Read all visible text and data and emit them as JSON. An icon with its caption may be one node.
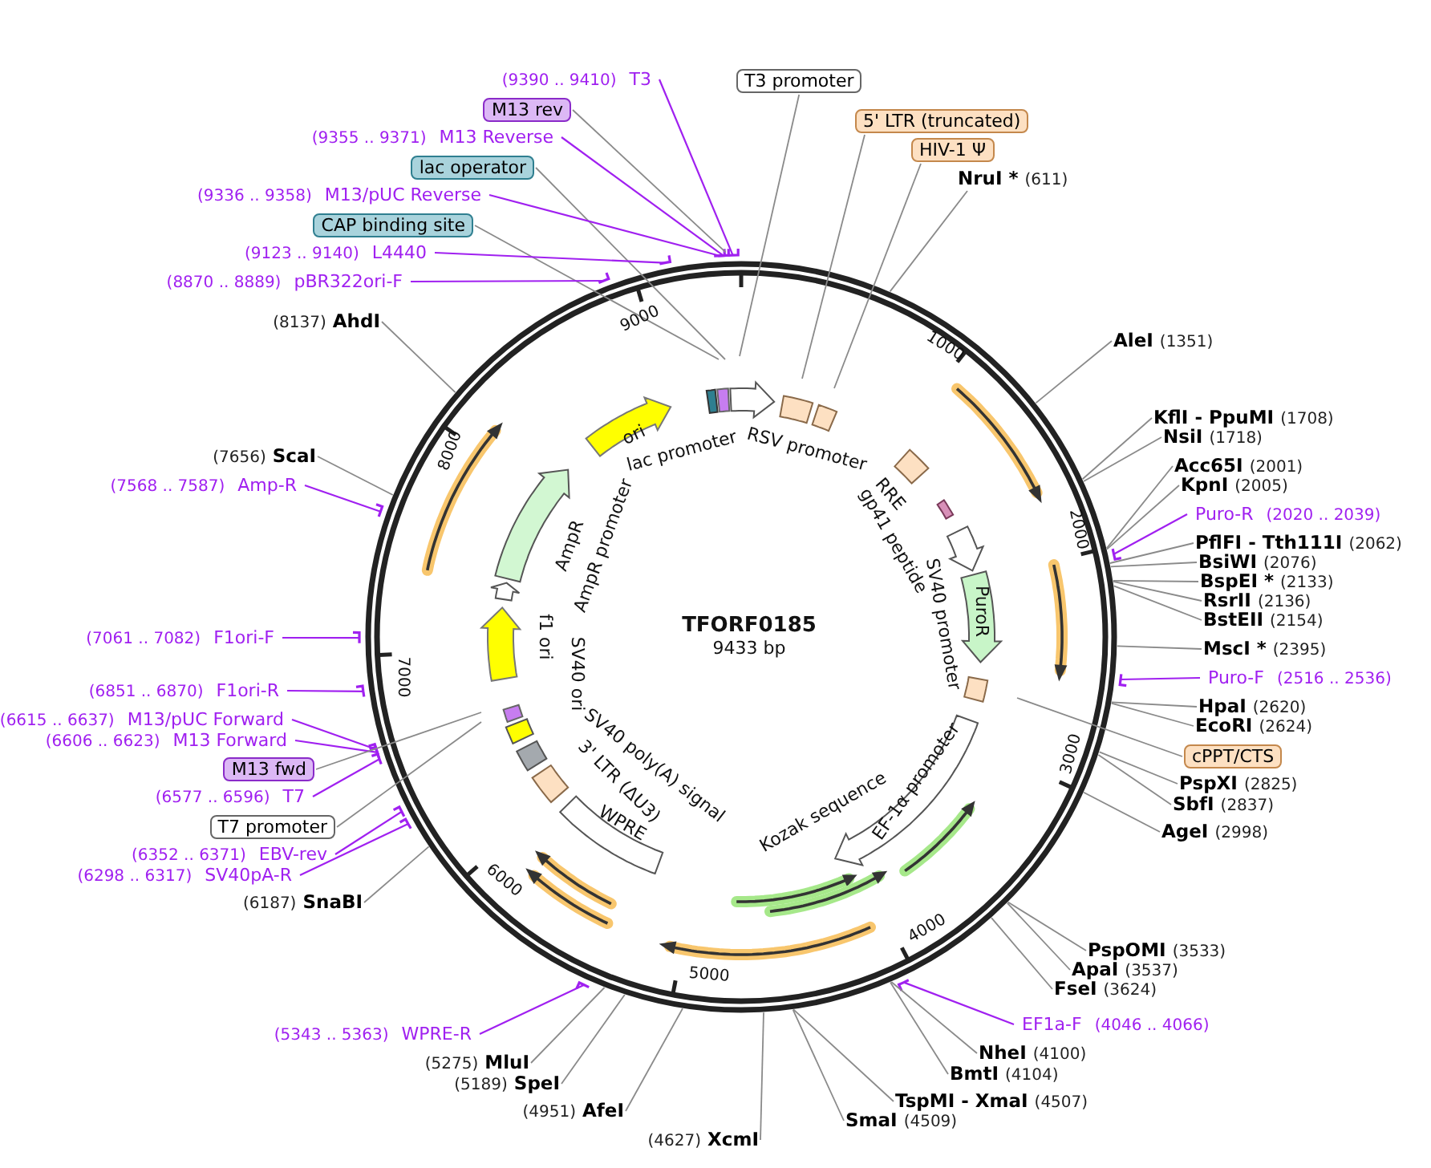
{
  "diagram": {
    "title": "TFORF0185",
    "nodes": [
      {
        "text": [
          "(9390 .. 9410)",
          "T3"
        ]
      },
      {
        "text": [
          "M13 rev"
        ]
      },
      {
        "text": [
          "(9355 .. 9371)",
          "M13 Reverse"
        ]
      },
      {
        "text": [
          "lac operator"
        ]
      },
      {
        "text": [
          "(9336 .. 9358)",
          "M13/pUC Reverse"
        ]
      },
      {
        "text": [
          "CAP binding site"
        ]
      },
      {
        "text": [
          "(9123 .. 9140)",
          "L4440"
        ]
      },
      {
        "text": [
          "(8870 .. 8889)",
          "pBR322ori-F"
        ]
      },
      {
        "text": [
          "(8137)",
          "AhdI"
        ]
      },
      {
        "text": [
          "(7656)",
          "ScaI"
        ]
      },
      {
        "text": [
          "(7568 .. 7587)",
          "Amp-R"
        ]
      },
      {
        "text": [
          "(7061 .. 7082)",
          "F1ori-F"
        ]
      },
      {
        "text": [
          "(6851 .. 6870)",
          "F1ori-R"
        ]
      },
      {
        "text": [
          "(6615 .. 6637)",
          "M13/pUC Forward"
        ]
      },
      {
        "text": [
          "(6606 .. 6623)",
          "M13 Forward"
        ]
      },
      {
        "text": [
          "M13 fwd"
        ]
      },
      {
        "text": [
          "(6577 .. 6596)",
          "T7"
        ]
      },
      {
        "text": [
          "T7 promoter"
        ]
      },
      {
        "text": [
          "(6352 .. 6371)",
          "EBV-rev"
        ]
      },
      {
        "text": [
          "(6298 .. 6317)",
          "SV40pA-R"
        ]
      },
      {
        "text": [
          "(6187)",
          "SnaBI"
        ]
      },
      {
        "text": [
          "(5343 .. 5363)",
          "WPRE-R"
        ]
      },
      {
        "text": [
          "(5275)",
          "MluI"
        ]
      },
      {
        "text": [
          "(5189)",
          "SpeI"
        ]
      },
      {
        "text": [
          "(4951)",
          "AfeI"
        ]
      },
      {
        "text": [
          "(4627)",
          "XcmI"
        ]
      },
      {
        "text": [
          "SmaI",
          "(4509)"
        ]
      },
      {
        "text": [
          "TspMI - XmaI",
          "(4507)"
        ]
      },
      {
        "text": [
          "BmtI",
          "(4104)"
        ]
      },
      {
        "text": [
          "NheI",
          "(4100)"
        ]
      },
      {
        "text": [
          "EF1a-F",
          "(4046 .. 4066)"
        ]
      },
      {
        "text": [
          "FseI",
          "(3624)"
        ]
      },
      {
        "text": [
          "ApaI",
          "(3537)"
        ]
      },
      {
        "text": [
          "PspOMI",
          "(3533)"
        ]
      },
      {
        "text": [
          "AgeI",
          "(2998)"
        ]
      },
      {
        "text": [
          "SbfI",
          "(2837)"
        ]
      },
      {
        "text": [
          "PspXI",
          "(2825)"
        ]
      },
      {
        "text": [
          "cPPT/CTS"
        ]
      },
      {
        "text": [
          "EcoRI",
          "(2624)"
        ]
      },
      {
        "text": [
          "HpaI",
          "(2620)"
        ]
      },
      {
        "text": [
          "Puro-F",
          "(2516 .. 2536)"
        ]
      },
      {
        "text": [
          "MscI *",
          "(2395)"
        ]
      },
      {
        "text": [
          "BstEII",
          "(2154)"
        ]
      },
      {
        "text": [
          "RsrII",
          "(2136)"
        ]
      },
      {
        "text": [
          "BspEI *",
          "(2133)"
        ]
      },
      {
        "text": [
          "BsiWI",
          "(2076)"
        ]
      },
      {
        "text": [
          "PflFI - Tth111I",
          "(2062)"
        ]
      },
      {
        "text": [
          "Puro-R",
          "(2020 .. 2039)"
        ]
      },
      {
        "text": [
          "KpnI",
          "(2005)"
        ]
      },
      {
        "text": [
          "Acc65I",
          "(2001)"
        ]
      },
      {
        "text": [
          "NsiI",
          "(1718)"
        ]
      },
      {
        "text": [
          "KflI - PpuMI",
          "(1708)"
        ]
      },
      {
        "text": [
          "AleI",
          "(1351)"
        ]
      },
      {
        "text": [
          "NruI *",
          "(611)"
        ]
      },
      {
        "text": [
          "HIV-1 Ψ"
        ]
      },
      {
        "text": [
          "5' LTR (truncated)"
        ]
      },
      {
        "text": [
          "T3 promoter"
        ]
      }
    ],
    "edges": [
      {
        "from": 0,
        "to": null,
        "arrow": "none",
        "color": "#a020f0"
      },
      {
        "from": 1,
        "to": null,
        "arrow": "none"
      },
      {
        "from": 2,
        "to": null,
        "arrow": "none",
        "color": "#a020f0"
      },
      {
        "from": 3,
        "to": null,
        "arrow": "none"
      },
      {
        "from": 4,
        "to": null,
        "arrow": "none",
        "color": "#a020f0"
      },
      {
        "from": 5,
        "to": null,
        "arrow": "none"
      },
      {
        "from": 6,
        "to": null,
        "arrow": "none",
        "color": "#a020f0"
      },
      {
        "from": 7,
        "to": null,
        "arrow": "none",
        "color": "#a020f0"
      },
      {
        "from": 8,
        "to": null,
        "arrow": "none"
      },
      {
        "from": 9,
        "to": null,
        "arrow": "none"
      },
      {
        "from": 10,
        "to": null,
        "arrow": "none",
        "color": "#a020f0"
      },
      {
        "from": 11,
        "to": null,
        "arrow": "none",
        "color": "#a020f0"
      },
      {
        "from": 12,
        "to": null,
        "arrow": "none",
        "color": "#a020f0"
      },
      {
        "from": 13,
        "to": null,
        "arrow": "none",
        "color": "#a020f0"
      },
      {
        "from": 14,
        "to": null,
        "arrow": "none",
        "color": "#a020f0"
      },
      {
        "from": 15,
        "to": null,
        "arrow": "none"
      },
      {
        "from": 16,
        "to": null,
        "arrow": "none",
        "color": "#a020f0"
      },
      {
        "from": 17,
        "to": null,
        "arrow": "none"
      },
      {
        "from": 18,
        "to": null,
        "arrow": "none",
        "color": "#a020f0"
      },
      {
        "from": 19,
        "to": null,
        "arrow": "none",
        "color": "#a020f0"
      },
      {
        "from": 20,
        "to": null,
        "arrow": "none"
      },
      {
        "from": 21,
        "to": null,
        "arrow": "none",
        "color": "#a020f0"
      },
      {
        "from": 22,
        "to": null,
        "arrow": "none"
      },
      {
        "from": 23,
        "to": null,
        "arrow": "none"
      },
      {
        "from": 24,
        "to": null,
        "arrow": "none"
      },
      {
        "from": 25,
        "to": null,
        "arrow": "none"
      },
      {
        "from": 26,
        "to": null,
        "arrow": "none"
      },
      {
        "from": 27,
        "to": null,
        "arrow": "none"
      },
      {
        "from": 28,
        "to": null,
        "arrow": "none"
      },
      {
        "from": 29,
        "to": null,
        "arrow": "none"
      },
      {
        "from": 30,
        "to": null,
        "arrow": "none",
        "color": "#a020f0"
      },
      {
        "from": 31,
        "to": null,
        "arrow": "none"
      },
      {
        "from": 32,
        "to": null,
        "arrow": "none"
      },
      {
        "from": 33,
        "to": null,
        "arrow": "none"
      },
      {
        "from": 34,
        "to": null,
        "arrow": "none"
      },
      {
        "from": 35,
        "to": null,
        "arrow": "none"
      },
      {
        "from": 36,
        "to": null,
        "arrow": "none"
      },
      {
        "from": 37,
        "to": null,
        "arrow": "none"
      },
      {
        "from": 38,
        "to": null,
        "arrow": "none"
      },
      {
        "from": 39,
        "to": null,
        "arrow": "none"
      },
      {
        "from": 40,
        "to": null,
        "arrow": "none",
        "color": "#a020f0"
      },
      {
        "from": 41,
        "to": null,
        "arrow": "none"
      },
      {
        "from": 42,
        "to": null,
        "arrow": "none"
      },
      {
        "from": 43,
        "to": null,
        "arrow": "none"
      },
      {
        "from": 44,
        "to": null,
        "arrow": "none"
      },
      {
        "from": 45,
        "to": null,
        "arrow": "none"
      },
      {
        "from": 46,
        "to": null,
        "arrow": "none"
      },
      {
        "from": 47,
        "to": null,
        "arrow": "none",
        "color": "#a020f0"
      },
      {
        "from": 48,
        "to": null,
        "arrow": "none"
      },
      {
        "from": 49,
        "to": null,
        "arrow": "none"
      },
      {
        "from": 50,
        "to": null,
        "arrow": "none"
      },
      {
        "from": 51,
        "to": null,
        "arrow": "none"
      },
      {
        "from": 52,
        "to": null,
        "arrow": "none"
      },
      {
        "from": 53,
        "to": null,
        "arrow": "none"
      },
      {
        "from": 54,
        "to": null,
        "arrow": "none"
      },
      {
        "from": 55,
        "to": null,
        "arrow": "none"
      },
      {
        "from": 56,
        "to": null,
        "arrow": "none"
      }
    ],
    "labels": [
      "9000",
      "1000",
      "ori",
      "lac promoter",
      "RSV promoter",
      "8000",
      "RRE",
      "gp41 peptide",
      "2000",
      "AmpR",
      "AmpR promoter",
      "SV40 promoter",
      "PuroR",
      "f1 ori",
      "9433 bp",
      "SV40 ori",
      "7000",
      "3000",
      "3' LTR (ΔU3)",
      "SV40 poly(A) signal",
      "EF-1α promoter",
      "Kozak sequence",
      "WPRE",
      "6000",
      "4000",
      "5000"
    ]
  }
}
